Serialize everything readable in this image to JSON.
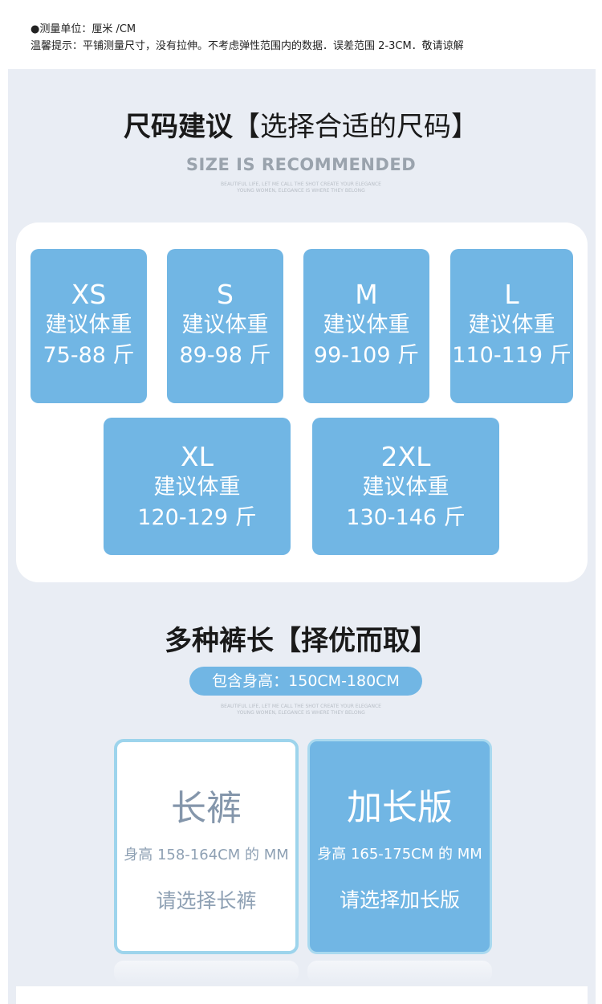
{
  "notes": {
    "unit": "●测量单位：厘米 /CM",
    "tip": "温馨提示：平铺测量尺寸，没有拉伸。不考虑弹性范围内的数据．误差范围 2-3CM．敬请谅解"
  },
  "section1": {
    "title_bold": "尺码建议",
    "title_rest": "【选择合适的尺码】",
    "subtitle": "SIZE IS RECOMMENDED",
    "tiny_line1": "BEAUTIFUL LIFE, LET ME CALL THE SHOT CREATE YOUR ELEGANCE",
    "tiny_line2": "YOUNG WOMEN, ELEGANCE IS WHERE THEY BELONG"
  },
  "sizes": [
    {
      "size": "XS",
      "label": "建议体重",
      "weight": "75-88 斤"
    },
    {
      "size": "S",
      "label": "建议体重",
      "weight": "89-98 斤"
    },
    {
      "size": "M",
      "label": "建议体重",
      "weight": "99-109 斤"
    },
    {
      "size": "L",
      "label": "建议体重",
      "weight": "110-119 斤"
    },
    {
      "size": "XL",
      "label": "建议体重",
      "weight": "120-129 斤"
    },
    {
      "size": "2XL",
      "label": "建议体重",
      "weight": "130-146 斤"
    }
  ],
  "section2": {
    "title": "多种裤长【择优而取】",
    "pill": "包含身高：150CM-180CM",
    "tiny_line1": "BEAUTIFUL LIFE, LET ME CALL THE SHOT CREATE YOUR ELEGANCE",
    "tiny_line2": "YOUNG WOMEN, ELEGANCE IS WHERE THEY BELONG"
  },
  "lengths": [
    {
      "name": "长裤",
      "desc": "身高 158-164CM 的 MM",
      "pick": "请选择长裤"
    },
    {
      "name": "加长版",
      "desc": "身高 165-175CM 的 MM",
      "pick": "请选择加长版"
    }
  ],
  "colors": {
    "accent_blue": "#71b6e4",
    "panel_bg": "#e9edf4",
    "subtitle_gray": "#9aa3ad"
  }
}
